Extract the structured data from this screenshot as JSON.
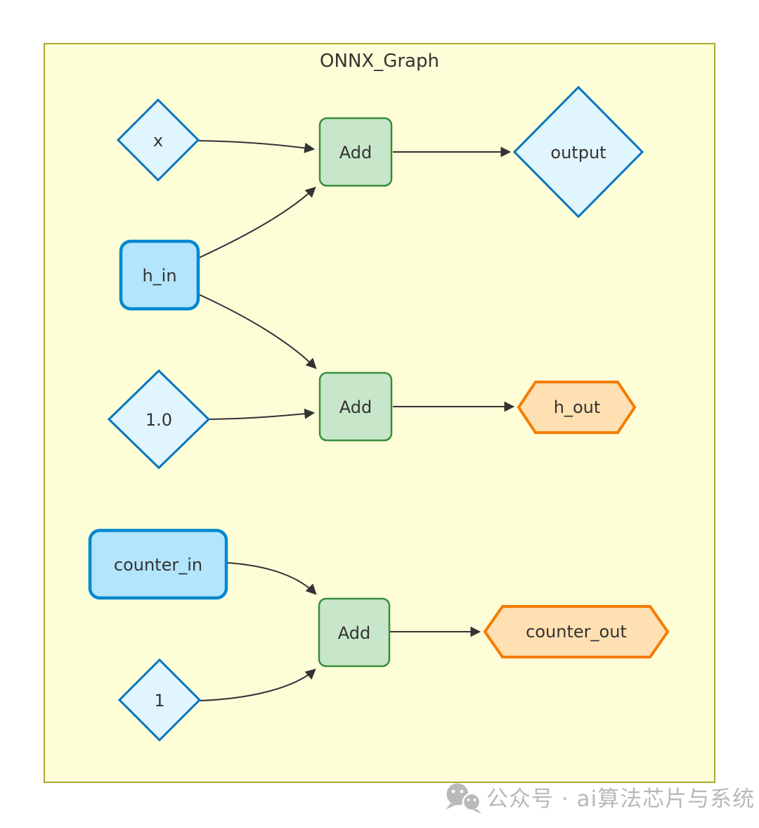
{
  "diagram": {
    "title": "ONNX_Graph",
    "nodes": [
      {
        "id": "x",
        "label": "x",
        "shape": "diamond",
        "role": "value"
      },
      {
        "id": "add_1",
        "label": "Add",
        "shape": "rounded-rect",
        "role": "operator"
      },
      {
        "id": "output",
        "label": "output",
        "shape": "diamond",
        "role": "value"
      },
      {
        "id": "h_in",
        "label": "h_in",
        "shape": "rounded-rect",
        "role": "graph-input"
      },
      {
        "id": "const_1_0",
        "label": "1.0",
        "shape": "diamond",
        "role": "constant"
      },
      {
        "id": "add_2",
        "label": "Add",
        "shape": "rounded-rect",
        "role": "operator"
      },
      {
        "id": "h_out",
        "label": "h_out",
        "shape": "hexagon",
        "role": "graph-output"
      },
      {
        "id": "counter_in",
        "label": "counter_in",
        "shape": "rounded-rect",
        "role": "graph-input"
      },
      {
        "id": "const_1",
        "label": "1",
        "shape": "diamond",
        "role": "constant"
      },
      {
        "id": "add_3",
        "label": "Add",
        "shape": "rounded-rect",
        "role": "operator"
      },
      {
        "id": "counter_out",
        "label": "counter_out",
        "shape": "hexagon",
        "role": "graph-output"
      }
    ],
    "edges": [
      {
        "from": "x",
        "to": "add_1"
      },
      {
        "from": "h_in",
        "to": "add_1"
      },
      {
        "from": "h_in",
        "to": "add_2"
      },
      {
        "from": "const_1_0",
        "to": "add_2"
      },
      {
        "from": "add_1",
        "to": "output"
      },
      {
        "from": "add_2",
        "to": "h_out"
      },
      {
        "from": "counter_in",
        "to": "add_3"
      },
      {
        "from": "const_1",
        "to": "add_3"
      },
      {
        "from": "add_3",
        "to": "counter_out"
      }
    ],
    "colors": {
      "container_fill": "#fdfdd8",
      "container_border": "#aaaa33",
      "diamond_fill": "#e1f5fe",
      "diamond_border": "#0277bd",
      "input_fill": "#b3e5fc",
      "input_border": "#0288d1",
      "op_fill": "#c8e6c9",
      "op_border": "#388e3c",
      "output_fill": "#ffe0b2",
      "output_border": "#f57c00",
      "edge": "#333333",
      "text": "#333333"
    }
  },
  "watermark": {
    "icon": "wechat-icon",
    "text": "公众号 · ai算法芯片与系统",
    "color": "#b9b9b9"
  }
}
